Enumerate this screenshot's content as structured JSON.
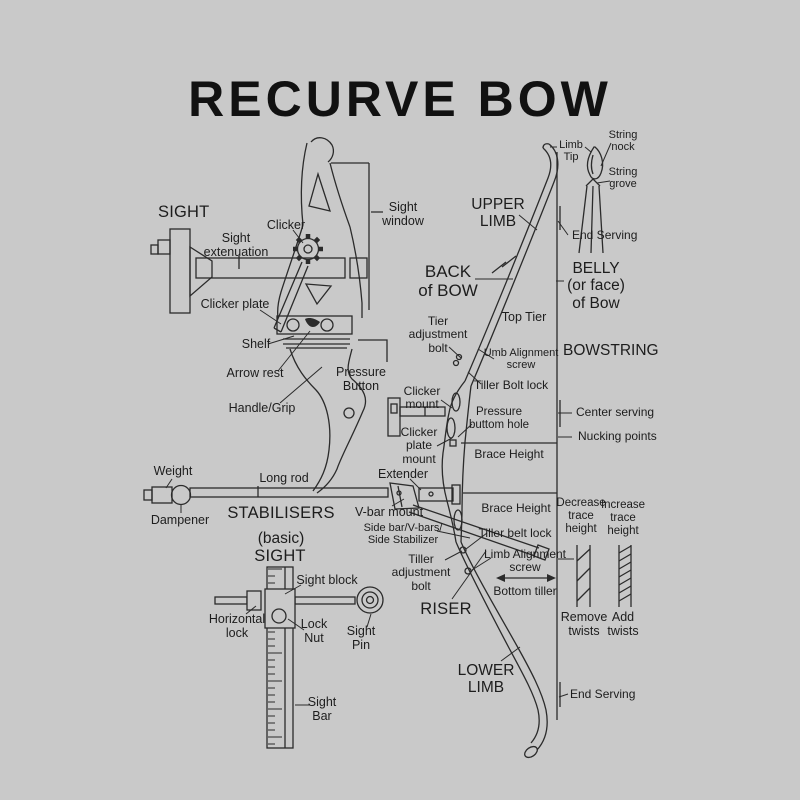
{
  "title": "RECURVE BOW",
  "colors": {
    "background": "#c9c9c9",
    "line": "#2b2b2b",
    "text": "#1d1d1d"
  },
  "sections": {
    "sight_detail": {
      "heading": "SIGHT",
      "extension": "Sight\nextenuation",
      "clicker": "Clicker",
      "clicker_plate": "Clicker plate",
      "sight_window": "Sight\nwindow",
      "shelf": "Shelf",
      "arrow_rest": "Arrow rest",
      "pressure_button": "Pressure\nButton",
      "handle_grip": "Handle/Grip"
    },
    "limb_tip_detail": {
      "limb_tip": "Limb\nTip",
      "string_nock": "String\nnock",
      "string_grove": "String\ngrove"
    },
    "bow_side_view": {
      "upper_limb": "UPPER\nLIMB",
      "back_of_bow": "BACK\nof BOW",
      "belly_of_bow": "BELLY\n(or face)\nof Bow",
      "bowstring": "BOWSTRING",
      "top_tier": "Top Tier",
      "tier_adjustment_bolt": "Tier\nadjustment\nbolt",
      "umb_alignment_screw": "Umb Alignment\nscrew",
      "tiller_bolt_lock": "Tiller Bolt lock",
      "clicker_mount": "Clicker\nmount",
      "pressure_buttom_hole": "Pressure\nbuttom hole",
      "clicker_plate_mount": "Clicker\nplate\nmount",
      "center_serving": "Center serving",
      "nucking_points": "Nucking points",
      "brace_height_upper": "Brace Height",
      "brace_height_lower": "Brace Height",
      "tiller_belt_lock": "Tiller belt lock",
      "limb_alignment_screw": "Limb Alignment\nscrew",
      "tiller_adjustment_bolt": "Tiller\nadjustment\nbolt",
      "bottom_tiller": "Bottom tiller",
      "riser": "RISER",
      "lower_limb": "LOWER\nLIMB",
      "end_serving_top": "End Serving",
      "end_serving_bottom": "End Serving"
    },
    "stabilisers": {
      "heading": "STABILISERS",
      "weight": "Weight",
      "dampener": "Dampener",
      "long_rod": "Long rod",
      "extender": "Extender",
      "v_bar_mount": "V-bar mount",
      "side_bar": "Side bar/V-bars/\nSide Stabilizer"
    },
    "string_twists": {
      "decrease": "Decrease\ntrace\nheight",
      "increase": "Increase\ntrace\nheight",
      "remove": "Remove\ntwists",
      "add": "Add\ntwists"
    },
    "basic_sight": {
      "heading_basic": "(basic)",
      "heading_sight": "SIGHT",
      "sight_block": "Sight block",
      "horizontal_lock": "Horizontal\nlock",
      "lock_nut": "Lock\nNut",
      "sight_pin": "Sight\nPin",
      "sight_bar": "Sight\nBar"
    }
  }
}
